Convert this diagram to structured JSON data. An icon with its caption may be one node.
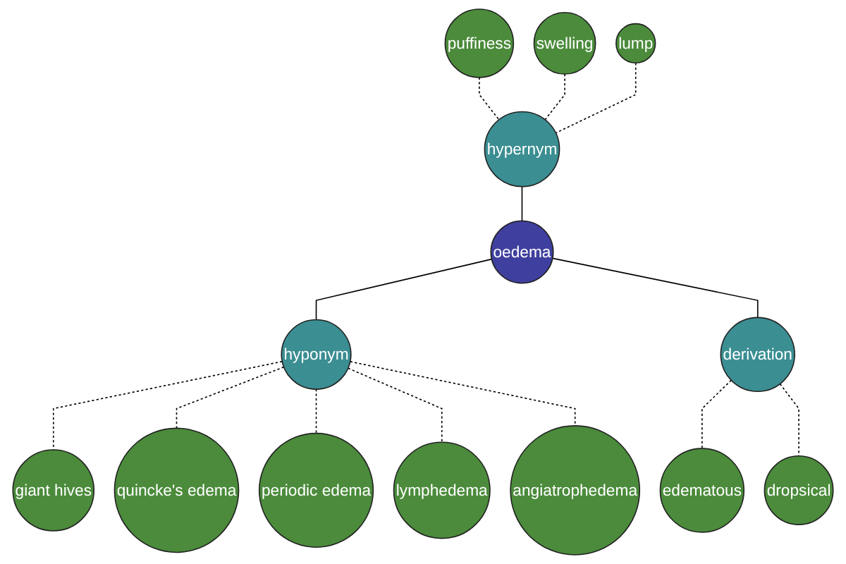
{
  "diagram": {
    "nodes": [
      {
        "text": [
          "oedema"
        ]
      },
      {
        "text": [
          "hypernym"
        ]
      },
      {
        "text": [
          "puffiness"
        ]
      },
      {
        "text": [
          "swelling"
        ]
      },
      {
        "text": [
          "lump"
        ]
      },
      {
        "text": [
          "hyponym"
        ]
      },
      {
        "text": [
          "giant hives"
        ]
      },
      {
        "text": [
          "quincke's edema"
        ]
      },
      {
        "text": [
          "periodic edema"
        ]
      },
      {
        "text": [
          "lymphedema"
        ]
      },
      {
        "text": [
          "angiatrophedema"
        ]
      },
      {
        "text": [
          "derivation"
        ]
      },
      {
        "text": [
          "edematous"
        ]
      },
      {
        "text": [
          "dropsical"
        ]
      }
    ],
    "edges": [
      {
        "from": 1,
        "to": 0,
        "arrow": "none"
      },
      {
        "from": 2,
        "to": 1,
        "arrow": "none",
        "style": "dashed"
      },
      {
        "from": 3,
        "to": 1,
        "arrow": "none",
        "style": "dashed"
      },
      {
        "from": 4,
        "to": 1,
        "arrow": "none",
        "style": "dashed"
      },
      {
        "from": 0,
        "to": 5,
        "arrow": "none"
      },
      {
        "from": 5,
        "to": 6,
        "arrow": "none",
        "style": "dashed"
      },
      {
        "from": 5,
        "to": 7,
        "arrow": "none",
        "style": "dashed"
      },
      {
        "from": 5,
        "to": 8,
        "arrow": "none",
        "style": "dashed"
      },
      {
        "from": 5,
        "to": 9,
        "arrow": "none",
        "style": "dashed"
      },
      {
        "from": 5,
        "to": 10,
        "arrow": "none",
        "style": "dashed"
      },
      {
        "from": 0,
        "to": 11,
        "arrow": "none"
      },
      {
        "from": 11,
        "to": 12,
        "arrow": "none",
        "style": "dashed"
      },
      {
        "from": 11,
        "to": 13,
        "arrow": "none",
        "style": "dashed"
      }
    ]
  }
}
